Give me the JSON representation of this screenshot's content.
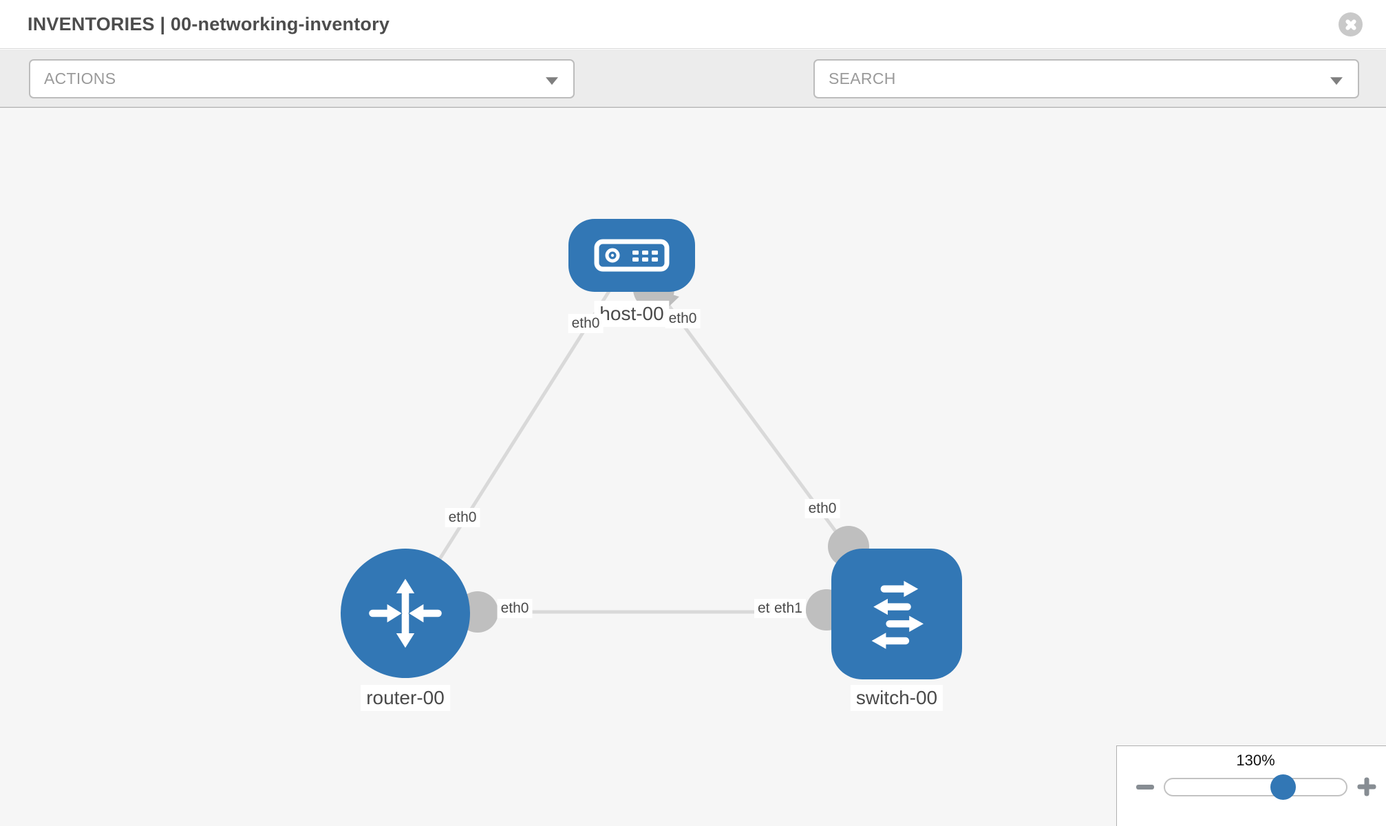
{
  "header": {
    "title": "INVENTORIES | 00-networking-inventory"
  },
  "toolbar": {
    "actions_placeholder": "ACTIONS",
    "search_placeholder": "SEARCH",
    "icons": [
      "wrench-icon",
      "key-icon"
    ]
  },
  "topology": {
    "nodes": [
      {
        "label": "host-00",
        "type": "host"
      },
      {
        "label": "router-00",
        "type": "router"
      },
      {
        "label": "switch-00",
        "type": "switch"
      }
    ],
    "links": [
      {
        "from": "router-00",
        "to": "host-00",
        "from_label": "eth0",
        "to_label": "eth0"
      },
      {
        "from": "switch-00",
        "to": "host-00",
        "from_label": "eth0",
        "to_label": "eth0"
      },
      {
        "from": "router-00",
        "to": "switch-00",
        "from_label": "eth0",
        "to_labels": [
          "eth0",
          "eth1"
        ]
      }
    ]
  },
  "zoom_control": {
    "level": "130%",
    "minus_label": "zoom out",
    "plus_label": "zoom in"
  },
  "colors": {
    "node_blue": "#3277b5",
    "link_gray": "#d9d9d9",
    "connector_gray": "#bfbfbf",
    "canvas_bg": "#f6f6f6",
    "toolbar_bg": "#ececec"
  }
}
